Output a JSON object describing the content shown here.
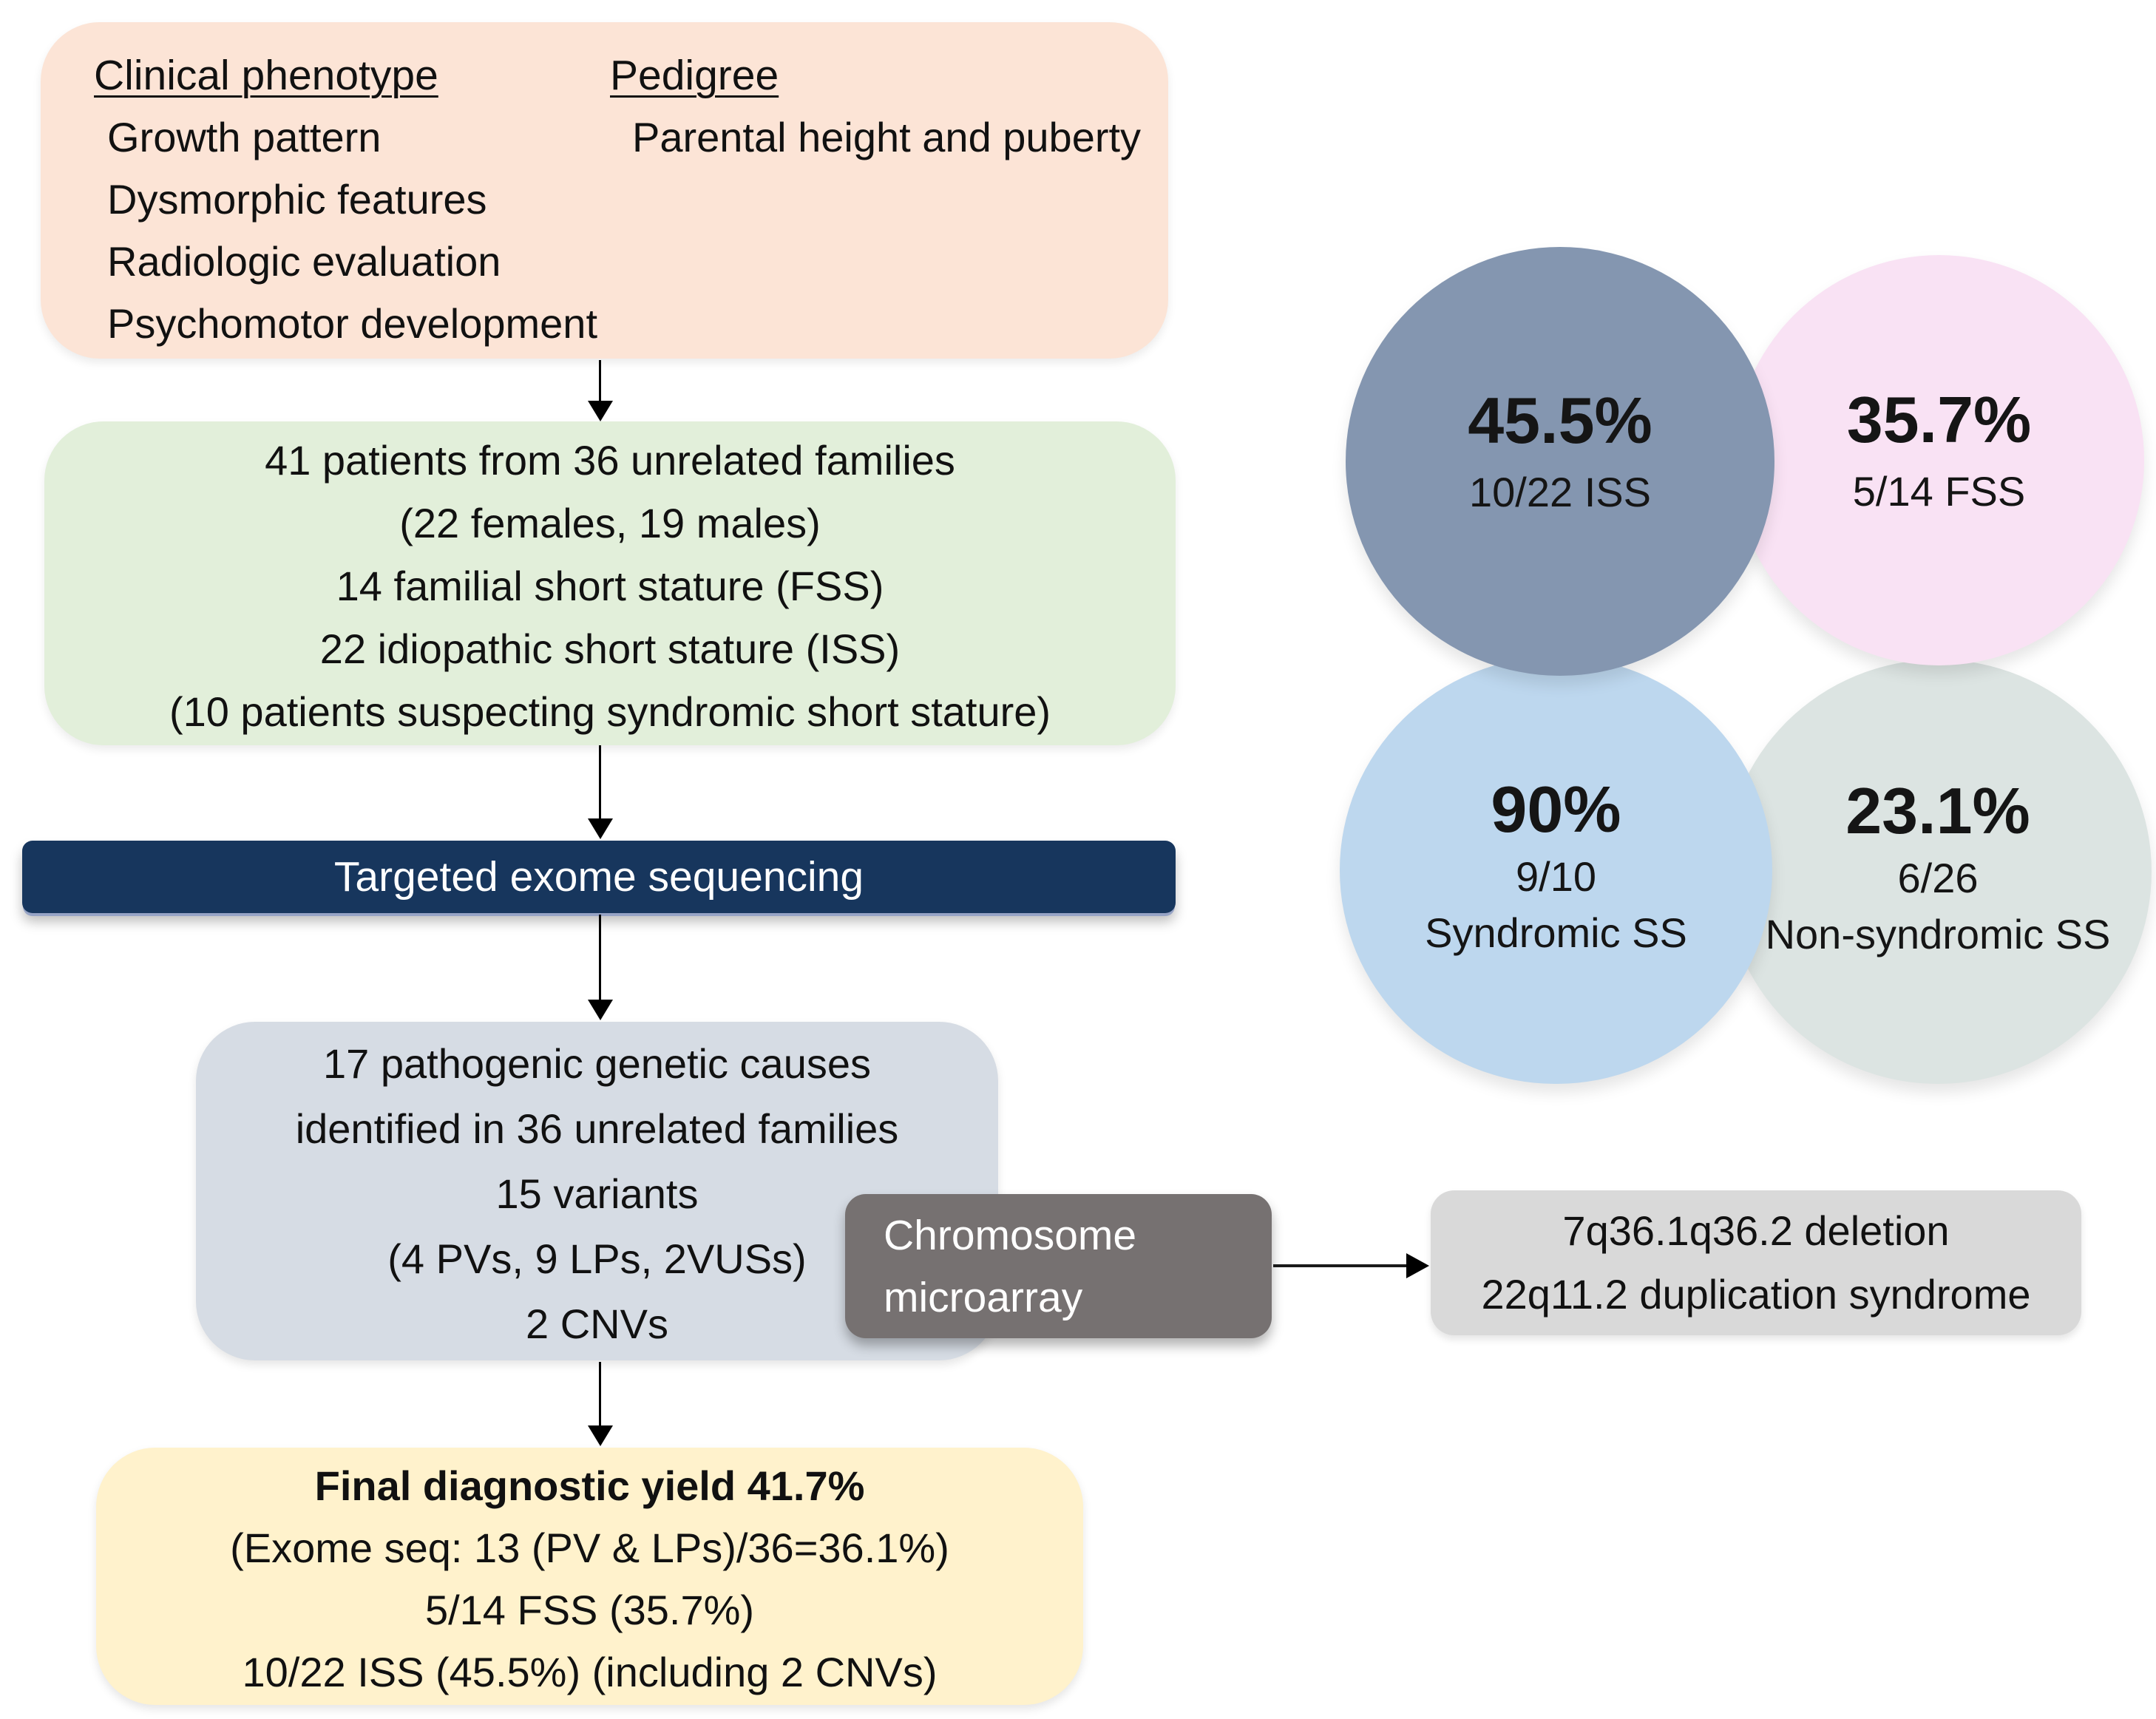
{
  "flow": {
    "phenotype_box": {
      "left_header": "Clinical phenotype",
      "left_items": [
        "Growth pattern",
        "Dysmorphic features",
        "Radiologic evaluation",
        "Psychomotor development"
      ],
      "right_header": "Pedigree",
      "right_items": [
        "Parental height and puberty"
      ]
    },
    "cohort_box": {
      "lines": [
        "41 patients from 36 unrelated families",
        "(22 females, 19 males)",
        "14 familial short stature (FSS)",
        "22 idiopathic short stature (ISS)",
        "(10 patients suspecting syndromic short stature)"
      ]
    },
    "sequencing_banner": {
      "label": "Targeted exome sequencing"
    },
    "results_box": {
      "lines": [
        "17 pathogenic genetic causes",
        "identified in 36 unrelated families",
        "15 variants",
        "(4 PVs, 9 LPs, 2VUSs)",
        "2 CNVs"
      ]
    },
    "microarray_box": {
      "lines": [
        "Chromosome",
        "microarray"
      ]
    },
    "cnv_box": {
      "lines": [
        "7q36.1q36.2 deletion",
        "22q11.2 duplication syndrome"
      ]
    },
    "yield_box": {
      "title": "Final diagnostic yield 41.7%",
      "lines": [
        "(Exome seq: 13 (PV & LPs)/36=36.1%)",
        "5/14 FSS (35.7%)",
        "10/22 ISS (45.5%) (including 2 CNVs)"
      ]
    }
  },
  "circles": [
    {
      "id": "iss",
      "percentage": "45.5%",
      "line2": "10/22 ISS",
      "line3": "",
      "color": "#8496B0"
    },
    {
      "id": "fss",
      "percentage": "35.7%",
      "line2": "5/14 FSS",
      "line3": "",
      "color": "#F9E2F4"
    },
    {
      "id": "syndromic",
      "percentage": "90%",
      "line2": "9/10",
      "line3": "Syndromic SS",
      "color": "#BDD7EE"
    },
    {
      "id": "nonsyndromic",
      "percentage": "23.1%",
      "line2": "6/26",
      "line3": "Non-syndromic SS",
      "color": "#DCE4E2"
    }
  ],
  "colors": {
    "phenotype_box_bg": "#FCE4D6",
    "cohort_box_bg": "#E2EFDA",
    "sequencing_banner_bg": "#17365D",
    "results_box_bg": "#D6DCE4",
    "microarray_box_bg": "#767171",
    "cnv_box_bg": "#D9D9D9",
    "yield_box_bg": "#FFF2CC",
    "arrow": "#000000"
  }
}
